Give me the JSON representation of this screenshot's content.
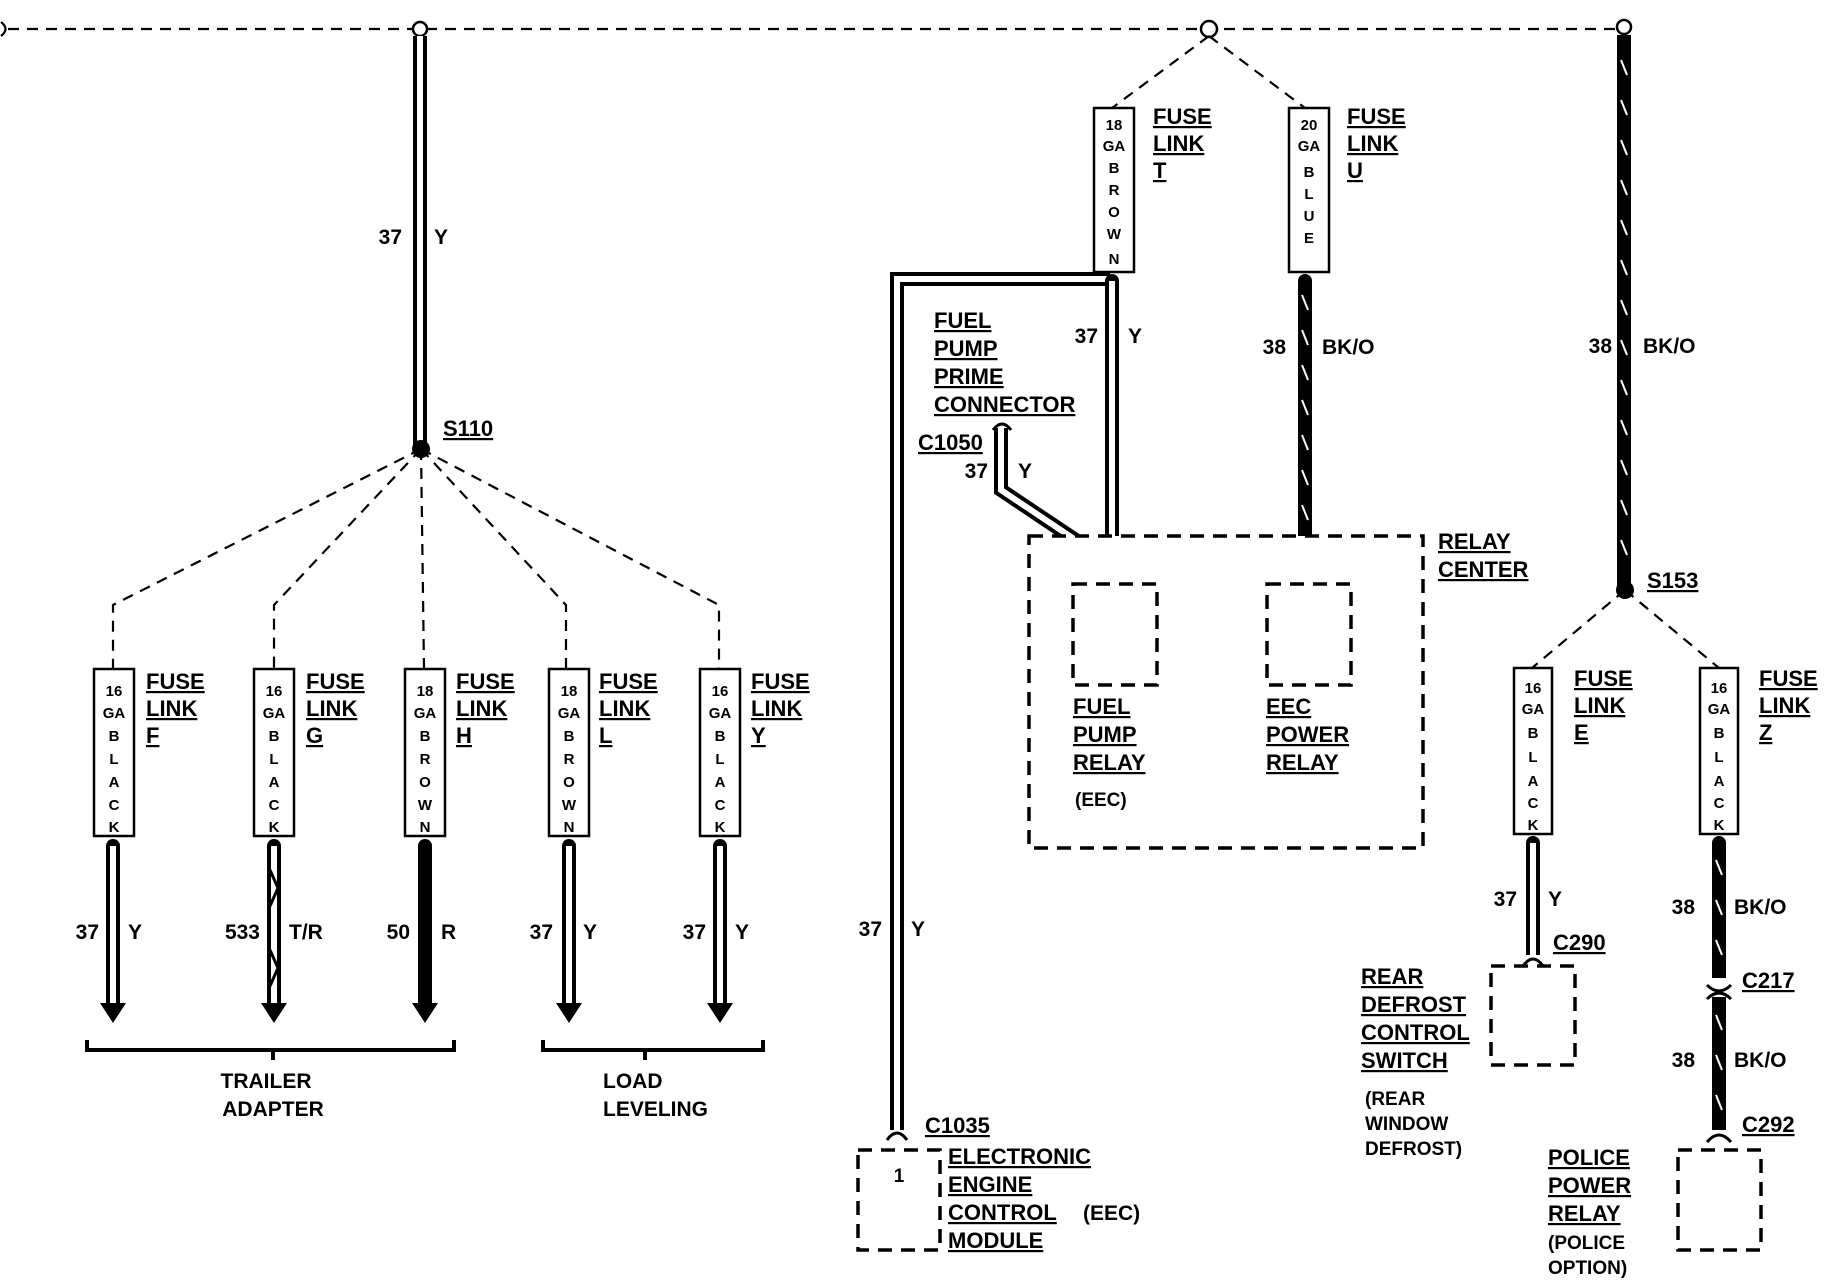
{
  "fuses": [
    {
      "id": "fuse-link-f",
      "gauge": [
        "16",
        "GA"
      ],
      "color_letters": [
        "B",
        "L",
        "A",
        "C",
        "K"
      ],
      "label": [
        "FUSE",
        "LINK",
        "F"
      ]
    },
    {
      "id": "fuse-link-g",
      "gauge": [
        "16",
        "GA"
      ],
      "color_letters": [
        "B",
        "L",
        "A",
        "C",
        "K"
      ],
      "label": [
        "FUSE",
        "LINK",
        "G"
      ]
    },
    {
      "id": "fuse-link-h",
      "gauge": [
        "18",
        "GA"
      ],
      "color_letters": [
        "B",
        "R",
        "O",
        "W",
        "N"
      ],
      "label": [
        "FUSE",
        "LINK",
        "H"
      ]
    },
    {
      "id": "fuse-link-l",
      "gauge": [
        "18",
        "GA"
      ],
      "color_letters": [
        "B",
        "R",
        "O",
        "W",
        "N"
      ],
      "label": [
        "FUSE",
        "LINK",
        "L"
      ]
    },
    {
      "id": "fuse-link-y",
      "gauge": [
        "16",
        "GA"
      ],
      "color_letters": [
        "B",
        "L",
        "A",
        "C",
        "K"
      ],
      "label": [
        "FUSE",
        "LINK",
        "Y"
      ]
    },
    {
      "id": "fuse-link-t",
      "gauge": [
        "18",
        "GA"
      ],
      "color_letters": [
        "B",
        "R",
        "O",
        "W",
        "N"
      ],
      "label": [
        "FUSE",
        "LINK",
        "T"
      ]
    },
    {
      "id": "fuse-link-u",
      "gauge": [
        "20",
        "GA"
      ],
      "color_letters": [
        "B",
        "L",
        "U",
        "E"
      ],
      "label": [
        "FUSE",
        "LINK",
        "U"
      ]
    },
    {
      "id": "fuse-link-e",
      "gauge": [
        "16",
        "GA"
      ],
      "color_letters": [
        "B",
        "L",
        "A",
        "C",
        "K"
      ],
      "label": [
        "FUSE",
        "LINK",
        "E"
      ]
    },
    {
      "id": "fuse-link-z",
      "gauge": [
        "16",
        "GA"
      ],
      "color_letters": [
        "B",
        "L",
        "A",
        "C",
        "K"
      ],
      "label": [
        "FUSE",
        "LINK",
        "Z"
      ]
    }
  ],
  "wires": {
    "main_feed": {
      "circuit": "37",
      "color": "Y"
    },
    "fuel_pump_feed": {
      "circuit": "37",
      "color": "Y"
    },
    "prime_lead": {
      "circuit": "37",
      "color": "Y"
    },
    "eec_relay_feed": {
      "circuit": "38",
      "color": "BK/O"
    },
    "right_feed": {
      "circuit": "38",
      "color": "BK/O"
    },
    "trailer_f": {
      "circuit": "37",
      "color": "Y"
    },
    "trailer_g": {
      "circuit": "533",
      "color": "T/R"
    },
    "trailer_h": {
      "circuit": "50",
      "color": "R"
    },
    "load_l": {
      "circuit": "37",
      "color": "Y"
    },
    "load_y": {
      "circuit": "37",
      "color": "Y"
    },
    "eec_module_lead": {
      "circuit": "37",
      "color": "Y"
    },
    "rear_defrost_lead": {
      "circuit": "37",
      "color": "Y"
    },
    "police_upper": {
      "circuit": "38",
      "color": "BK/O"
    },
    "police_lower": {
      "circuit": "38",
      "color": "BK/O"
    }
  },
  "splices": {
    "s110": "S110",
    "s153": "S153"
  },
  "connectors": {
    "c1050": "C1050",
    "c1035": "C1035",
    "c290": "C290",
    "c217": "C217",
    "c292": "C292"
  },
  "groups": {
    "trailer_adapter": [
      "TRAILER",
      "ADAPTER"
    ],
    "load_leveling": [
      "LOAD",
      "LEVELING"
    ]
  },
  "components": {
    "fuel_pump_prime_connector": [
      "FUEL",
      "PUMP",
      "PRIME",
      "CONNECTOR"
    ],
    "relay_center": [
      "RELAY",
      "CENTER"
    ],
    "fuel_pump_relay": [
      "FUEL",
      "PUMP",
      "RELAY"
    ],
    "fuel_pump_relay_note": "(EEC)",
    "eec_power_relay": [
      "EEC",
      "POWER",
      "RELAY"
    ],
    "eec_module": [
      "ELECTRONIC",
      "ENGINE",
      "CONTROL",
      "MODULE"
    ],
    "eec_module_note": "(EEC)",
    "eec_module_pin": "1",
    "rear_defrost_switch": [
      "REAR",
      "DEFROST",
      "CONTROL",
      "SWITCH"
    ],
    "rear_defrost_note": [
      "(REAR",
      "WINDOW",
      "DEFROST)"
    ],
    "police_power_relay": [
      "POLICE",
      "POWER",
      "RELAY"
    ],
    "police_note": [
      "(POLICE",
      "OPTION)"
    ]
  }
}
